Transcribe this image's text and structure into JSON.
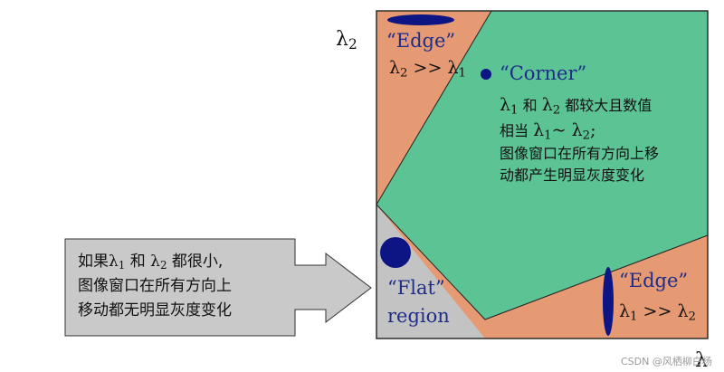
{
  "axes": {
    "y_label": "λ",
    "y_label_sub": "2",
    "x_label": "λ"
  },
  "regions": {
    "edge_top": {
      "label": "“Edge”",
      "relation": {
        "a": "λ",
        "a_sub": "2",
        "op": " >> ",
        "b": "λ",
        "b_sub": "1"
      }
    },
    "corner": {
      "label": "“Corner”",
      "line1": {
        "a": "λ",
        "a_sub": "1",
        "mid": " 和 ",
        "b": "λ",
        "b_sub": "2",
        "tail": " 都较大且数值"
      },
      "line2": {
        "head": "相当 ",
        "a": "λ",
        "a_sub": "1",
        "op": "~ ",
        "b": "λ",
        "b_sub": "2",
        "tail": ";"
      },
      "line3": "图像窗口在所有方向上移",
      "line4": "动都产生明显灰度变化"
    },
    "flat": {
      "label1": "“Flat”",
      "label2": "region"
    },
    "edge_bottom": {
      "label": "“Edge”",
      "relation": {
        "a": "λ",
        "a_sub": "1",
        "op": " >> ",
        "b": "λ",
        "b_sub": "2"
      }
    }
  },
  "callout": {
    "line1": {
      "head": "如果",
      "a": "λ",
      "a_sub": "1",
      "mid": " 和 ",
      "b": "λ",
      "b_sub": "2",
      "tail": " 都很小,"
    },
    "line2": "图像窗口在所有方向上",
    "line3": "移动都无明显灰度变化"
  },
  "watermark": "CSDN @风栖柳白杨",
  "colors": {
    "edge": "#e59a73",
    "corner": "#5cc394",
    "flat": "#c3c3c3",
    "ellipse": "#0d1585",
    "callout": "#c9c9c9"
  }
}
